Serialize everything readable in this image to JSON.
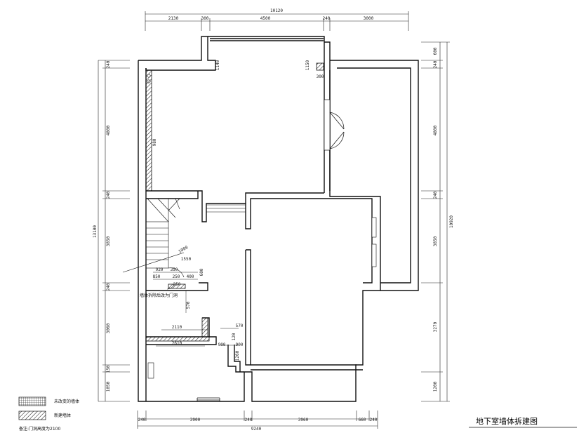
{
  "title": "地下室墙体拆建图",
  "legend": [
    {
      "label": "未改变的墙体",
      "pattern": "grid"
    },
    {
      "label": "新建墙体",
      "pattern": "hatch"
    }
  ],
  "note": "备注:门洞高度为2100",
  "dims_top": {
    "total": "10120",
    "segments": [
      "2130",
      "300",
      "4500",
      "240",
      "3000"
    ]
  },
  "dims_bottom": {
    "total": "9240",
    "segments": [
      "240",
      "3900",
      "240",
      "3960",
      "660",
      "240"
    ]
  },
  "dims_left": {
    "total": "13100",
    "segments": [
      "240",
      "4800",
      "240",
      "3850",
      "240",
      "3060",
      "150",
      "1050"
    ]
  },
  "dims_right": {
    "total": "10920",
    "segments": [
      "600",
      "240",
      "4800",
      "240",
      "3850",
      "3270",
      "1200"
    ]
  },
  "inner_labels": {
    "a": "1140",
    "b": "1150",
    "c": "300",
    "d": "980",
    "e": "920",
    "f": "850",
    "g": "350",
    "h": "400",
    "i": "250",
    "j": "600",
    "k": "570",
    "l": "2110",
    "m": "2610",
    "n": "570",
    "o": "900",
    "p": "120",
    "q": "900",
    "r": "1260",
    "s": "1550",
    "t": "1000",
    "u": "250",
    "annot": "墙体拆除后改为门洞"
  },
  "colors": {
    "wall": "#111111",
    "line": "#222222",
    "bg": "#ffffff"
  }
}
